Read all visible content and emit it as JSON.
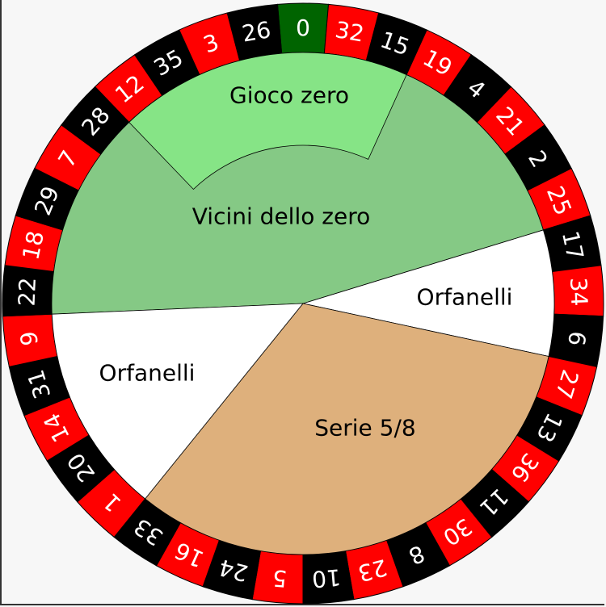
{
  "wheel": {
    "numbers": [
      0,
      32,
      15,
      19,
      4,
      21,
      2,
      25,
      17,
      34,
      6,
      27,
      13,
      36,
      11,
      30,
      8,
      23,
      10,
      5,
      24,
      16,
      33,
      1,
      20,
      14,
      31,
      9,
      22,
      18,
      29,
      7,
      28,
      12,
      35,
      3,
      26
    ],
    "red_numbers": [
      1,
      3,
      5,
      7,
      9,
      12,
      14,
      16,
      18,
      19,
      21,
      23,
      25,
      27,
      30,
      32,
      34,
      36
    ],
    "colors": {
      "red": "#ff0000",
      "black": "#000000",
      "zero": "#006400",
      "text": "#ffffff"
    }
  },
  "sections": [
    {
      "label": "Vicini dello zero",
      "from": 22,
      "to": 25,
      "color": "#85c985"
    },
    {
      "label": "Orfanelli",
      "from": 17,
      "to": 6,
      "color": "#ffffff"
    },
    {
      "label": "Serie 5/8",
      "from": 27,
      "to": 33,
      "color": "#deb07c"
    },
    {
      "label": "Orfanelli",
      "from": 1,
      "to": 9,
      "color": "#ffffff"
    }
  ],
  "gioco_zero": {
    "label": "Gioco zero",
    "from": 12,
    "to": 15,
    "color": "#86e486"
  }
}
